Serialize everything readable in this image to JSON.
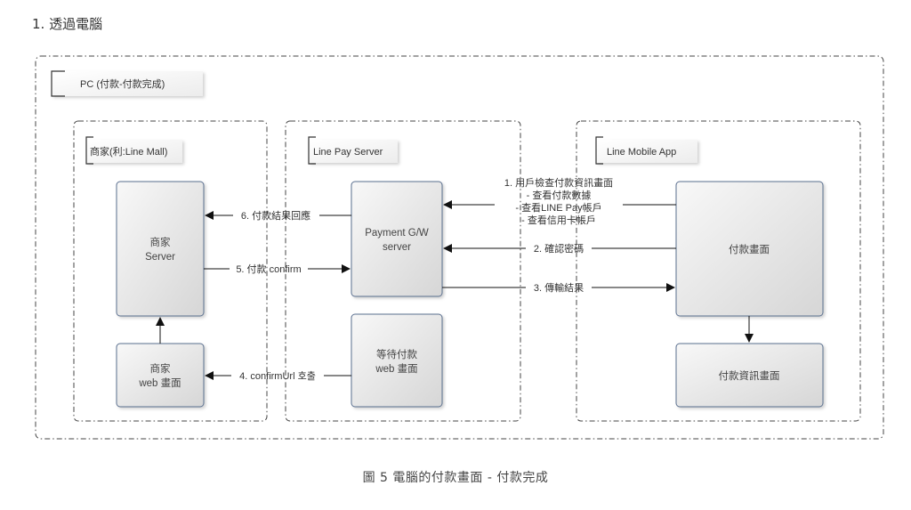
{
  "heading": "1. 透過電腦",
  "caption": "圖 5 電腦的付款畫面 - 付款完成",
  "diagram": {
    "outer_label": "PC (付款-付款完成)",
    "containers": [
      {
        "label": "商家(利:Line Mall)"
      },
      {
        "label": "Line Pay Server"
      },
      {
        "label": "Line Mobile App"
      }
    ],
    "nodes": {
      "merchant_server": [
        "商家",
        "Server"
      ],
      "merchant_web": [
        "商家",
        "web 畫面"
      ],
      "payment_gw": [
        "Payment G/W",
        "server"
      ],
      "waiting_web": [
        "等待付款",
        "web 畫面"
      ],
      "payment_screen": [
        "付款畫面"
      ],
      "payment_info_screen": [
        "付款資訊畫面"
      ]
    },
    "arrows": {
      "step1": [
        "1. 用戶檢查付款資訊畫面",
        "- 查看付款數據",
        "- 查看LINE Pay帳戶",
        "- 查看信用卡帳戶"
      ],
      "step2": "2. 確認密碼",
      "step3": "3. 傳輸結果",
      "step4": "4. confirmUrl 호출",
      "step5": "5. 付款 confirm",
      "step6": "6. 付款結果回應"
    },
    "colors": {
      "box_border": "#5a6f8f",
      "box_fill_top": "#f6f6f6",
      "box_fill_bottom": "#d8d8d8",
      "dash_line": "#444444",
      "arrow": "#111111"
    }
  }
}
